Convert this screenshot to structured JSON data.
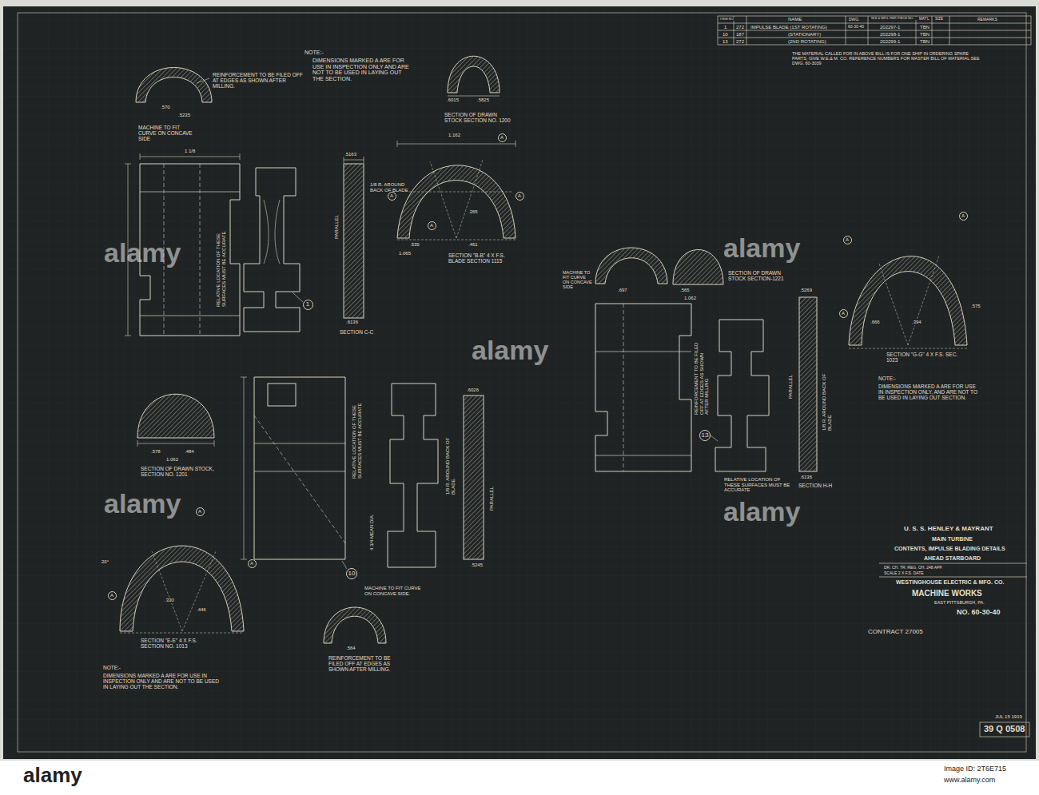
{
  "diagram": {
    "nodes": [
      {
        "text": [
          "A"
        ]
      },
      {
        "text": [
          "A"
        ]
      },
      {
        "text": [
          "A"
        ]
      },
      {
        "text": [
          "A"
        ]
      },
      {
        "text": [
          "A"
        ]
      },
      {
        "text": [
          "A"
        ]
      },
      {
        "text": [
          "1"
        ]
      },
      {
        "text": [
          "A"
        ]
      },
      {
        "text": [
          "13"
        ]
      },
      {
        "text": [
          "A"
        ]
      },
      {
        "text": [
          "A"
        ]
      },
      {
        "text": [
          "10"
        ]
      },
      {
        "text": [
          "A"
        ]
      }
    ],
    "labels": [
      "ITEM NO.",
      "NAME",
      "DWG.",
      "W.E.& MFG. REF. PIECE NO.",
      "MAT'L",
      "SIZE",
      "REMARKS",
      "1",
      "272",
      "IMPULSE BLADE (1ST ROTATING)",
      "60-30-40",
      "202297-1",
      "TBN",
      "10",
      "187",
      "(STATIONARY)",
      "202298-1",
      "TBN",
      "13",
      "272",
      "(2ND ROTATING)",
      "202299-1",
      "TBN",
      "THE MATERIAL CALLED FOR IN ABOVE BILL IS FOR ONE SHIP IN ORDERING SPARE PARTS, GIVE W.E.& M. CO. REFERENCE NUMBERS FOR MASTER BILL OF MATERIAL SEE DWG. 60-3039",
      "NOTE:-",
      "DIMENSIONS MARKED A ARE FOR USE IN INSPECTION ONLY AND ARE NOT TO BE USED IN LAYING OUT THE SECTION.",
      "REINFORCEMENT TO BE FILED OFF AT EDGES AS SHOWN AFTER MILLING.",
      "MACHINE TO FIT CURVE ON CONCAVE SIDE",
      ".570",
      ".5235",
      "1 1/8",
      "RELATIVE LOCATION OF THESE SURFACES MUST BE ACCURATE",
      "PARALLEL",
      "1/8 R. AROUND BACK OF BLADE",
      ".5163",
      "SECTION C-C",
      ".6136",
      ".6015",
      ".5825",
      "SECTION OF DRAWN STOCK SECTION NO. 1200",
      "1.162",
      ".539",
      ".461",
      "1.065",
      "SECTION \"B-B\" 4 X F.S. BLADE SECTION 1115",
      ".265",
      ".578",
      ".484",
      "1.062",
      "SECTION OF DRAWN STOCK, SECTION NO. 1201",
      "RELATIVE LOCATION OF THESE SURFACES MUST BE ACCURATE",
      "MACHINE TO FIT CURVE ON CONCAVE SIDE.",
      "REINFORCEMENT TO BE FILED OFF AT EDGES AS SHOWN AFTER MILLING.",
      ".564",
      "1/8 R. AROUND BACK OF BLADE",
      "PARALLEL",
      ".6026",
      ".5245",
      "4 3/4 MEAN DIA.",
      ".330",
      ".446",
      "20°",
      "SECTION \"E-E\" 4 X F.S. SECTION NO. 1013",
      "NOTE:-",
      "DIMENSIONS MARKED A ARE FOR USE IN INSPECTION ONLY AND ARE NOT TO BE USED IN LAYING OUT THE SECTION.",
      ".697",
      ".565",
      "1.062",
      "MACHINE TO FIT CURVE ON CONCAVE SIDE",
      "SECTION OF DRAWN STOCK SECTION-1221",
      "REINFORCEMENT TO BE FILED OFF AT EDGES AS SHOWN AFTER MILLING",
      "RELATIVE LOCATION OF THESE SURFACES MUST BE ACCURATE",
      "PARALLEL",
      "1/8 R. AROUND BACK OF BLADE",
      ".5269",
      ".6136",
      "SECTION H-H",
      ".666",
      ".394",
      ".575",
      "SECTION \"G-G\" 4 X F.S. SEC. 1023",
      "NOTE:-",
      "DIMENSIONS MARKED A ARE FOR USE IN INSPECTION ONLY, AND ARE NOT TO BE USED IN LAYING OUT SECTION.",
      "U. S. S. HENLEY & MAYRANT",
      "MAIN TURBINE",
      "CONTENTS, IMPULSE BLADING DETAILS",
      "AHEAD STARBOARD",
      "DR.  CH.  TR. REG. OH. 248  APP.",
      "SCALE 2 X F.S.   DATE",
      "WESTINGHOUSE ELECTRIC & MFG. CO.",
      "MACHINE WORKS",
      "EAST PITTSBURGH, PA.",
      "NO. 60-30-40",
      "CONTRACT 27005",
      "JUL 15 1919",
      "39 Q 0508",
      "alamy",
      "alamy",
      "alamy",
      "alamy",
      "alamy",
      "alamy",
      "Image ID: 2T6E715",
      "www.alamy.com"
    ]
  }
}
